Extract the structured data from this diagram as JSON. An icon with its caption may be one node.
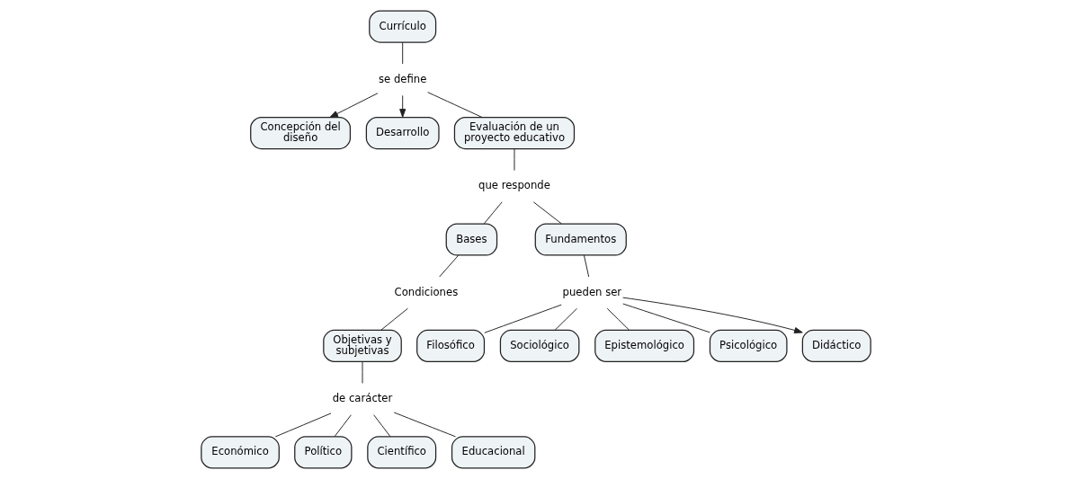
{
  "diagram": {
    "nodes": [
      {
        "text": [
          "Currículo"
        ]
      },
      {
        "text": [
          "se define"
        ]
      },
      {
        "text": [
          "Concepción del diseño"
        ]
      },
      {
        "text": [
          "Desarrollo"
        ]
      },
      {
        "text": [
          "Evaluación de un proyecto educativo"
        ]
      },
      {
        "text": [
          "que responde"
        ]
      },
      {
        "text": [
          "Bases"
        ]
      },
      {
        "text": [
          "Fundamentos"
        ]
      },
      {
        "text": [
          "Condiciones"
        ]
      },
      {
        "text": [
          "Objetivas y subjetivas"
        ]
      },
      {
        "text": [
          "pueden ser"
        ]
      },
      {
        "text": [
          "Filosófico"
        ]
      },
      {
        "text": [
          "Sociológico"
        ]
      },
      {
        "text": [
          "Epistemológico"
        ]
      },
      {
        "text": [
          "Psicológico"
        ]
      },
      {
        "text": [
          "Didáctico"
        ]
      },
      {
        "text": [
          "de carácter"
        ]
      },
      {
        "text": [
          "Económico"
        ]
      },
      {
        "text": [
          "Político"
        ]
      },
      {
        "text": [
          "Científico"
        ]
      },
      {
        "text": [
          "Educacional"
        ]
      }
    ],
    "edges": [
      {
        "from": 0,
        "to": 1,
        "arrow": "none"
      },
      {
        "from": 1,
        "to": 2,
        "arrow": "to"
      },
      {
        "from": 1,
        "to": 3,
        "arrow": "to"
      },
      {
        "from": 1,
        "to": 4,
        "arrow": "none"
      },
      {
        "from": 4,
        "to": 5,
        "arrow": "none"
      },
      {
        "from": 5,
        "to": 6,
        "arrow": "none"
      },
      {
        "from": 5,
        "to": 7,
        "arrow": "none"
      },
      {
        "from": 6,
        "to": 8,
        "arrow": "none"
      },
      {
        "from": 8,
        "to": 9,
        "arrow": "none"
      },
      {
        "from": 7,
        "to": 10,
        "arrow": "none"
      },
      {
        "from": 10,
        "to": 11,
        "arrow": "none"
      },
      {
        "from": 10,
        "to": 12,
        "arrow": "none"
      },
      {
        "from": 10,
        "to": 13,
        "arrow": "none"
      },
      {
        "from": 10,
        "to": 14,
        "arrow": "none"
      },
      {
        "from": 10,
        "to": 15,
        "arrow": "to"
      },
      {
        "from": 9,
        "to": 16,
        "arrow": "none"
      },
      {
        "from": 16,
        "to": 17,
        "arrow": "none"
      },
      {
        "from": 16,
        "to": 18,
        "arrow": "none"
      },
      {
        "from": 16,
        "to": 19,
        "arrow": "none"
      },
      {
        "from": 16,
        "to": 20,
        "arrow": "none"
      }
    ]
  }
}
